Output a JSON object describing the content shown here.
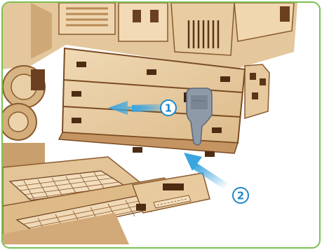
{
  "illustration": {
    "subject": "wooden-model-assembly-step",
    "frame_color": "#79c151",
    "arrow_color": "#3aa5df",
    "wood_light": "#e9cfa6",
    "wood_dark": "#8a5a2e"
  },
  "callouts": [
    {
      "number": "1"
    },
    {
      "number": "2"
    }
  ]
}
